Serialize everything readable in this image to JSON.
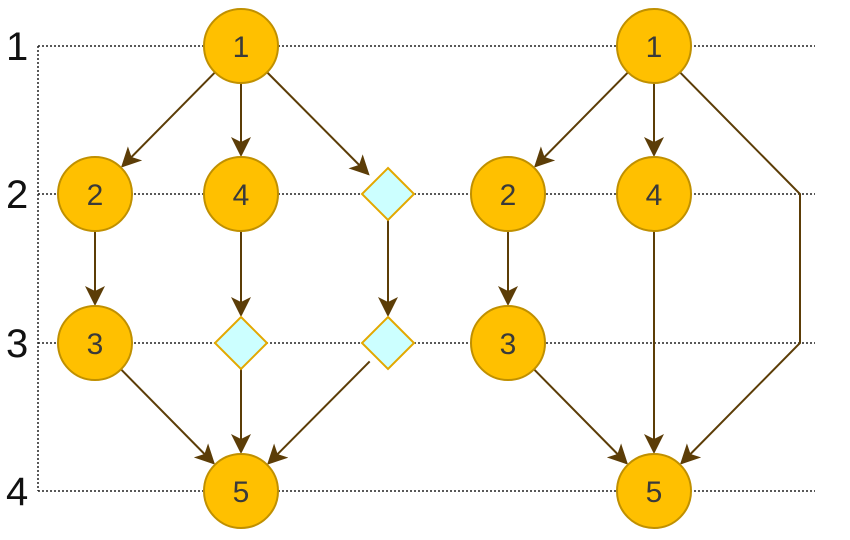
{
  "colors": {
    "node_fill": "#FFC000",
    "node_stroke": "#C09000",
    "dummy_fill": "#CCFFFF",
    "dummy_stroke": "#E3A800",
    "edge": "#5C3D07",
    "grid": "#222222"
  },
  "levels": [
    {
      "id": "L1",
      "label": "1"
    },
    {
      "id": "L2",
      "label": "2"
    },
    {
      "id": "L3",
      "label": "3"
    },
    {
      "id": "L4",
      "label": "4"
    }
  ],
  "graphs": [
    {
      "id": "left",
      "nodes": [
        {
          "id": "a1",
          "kind": "node",
          "label": "1"
        },
        {
          "id": "a2",
          "kind": "node",
          "label": "2"
        },
        {
          "id": "a4",
          "kind": "node",
          "label": "4"
        },
        {
          "id": "ad1",
          "kind": "dummy",
          "label": ""
        },
        {
          "id": "a3",
          "kind": "node",
          "label": "3"
        },
        {
          "id": "ad2",
          "kind": "dummy",
          "label": ""
        },
        {
          "id": "ad3",
          "kind": "dummy",
          "label": ""
        },
        {
          "id": "a5",
          "kind": "node",
          "label": "5"
        }
      ],
      "edges": [
        {
          "from": "a1",
          "to": "a2"
        },
        {
          "from": "a1",
          "to": "a4"
        },
        {
          "from": "a1",
          "to": "ad1"
        },
        {
          "from": "a2",
          "to": "a3"
        },
        {
          "from": "a4",
          "to": "ad2"
        },
        {
          "from": "ad1",
          "to": "ad3"
        },
        {
          "from": "a3",
          "to": "a5"
        },
        {
          "from": "ad2",
          "to": "a5"
        },
        {
          "from": "ad3",
          "to": "a5"
        }
      ]
    },
    {
      "id": "right",
      "nodes": [
        {
          "id": "b1",
          "kind": "node",
          "label": "1"
        },
        {
          "id": "b2",
          "kind": "node",
          "label": "2"
        },
        {
          "id": "b4",
          "kind": "node",
          "label": "4"
        },
        {
          "id": "b3",
          "kind": "node",
          "label": "3"
        },
        {
          "id": "b5",
          "kind": "node",
          "label": "5"
        }
      ],
      "edges": [
        {
          "from": "b1",
          "to": "b2"
        },
        {
          "from": "b1",
          "to": "b4"
        },
        {
          "from": "b2",
          "to": "b3"
        },
        {
          "from": "b4",
          "to": "b5"
        },
        {
          "from": "b3",
          "to": "b5"
        },
        {
          "from": "b1",
          "to": "b5",
          "kind": "long"
        }
      ]
    }
  ]
}
